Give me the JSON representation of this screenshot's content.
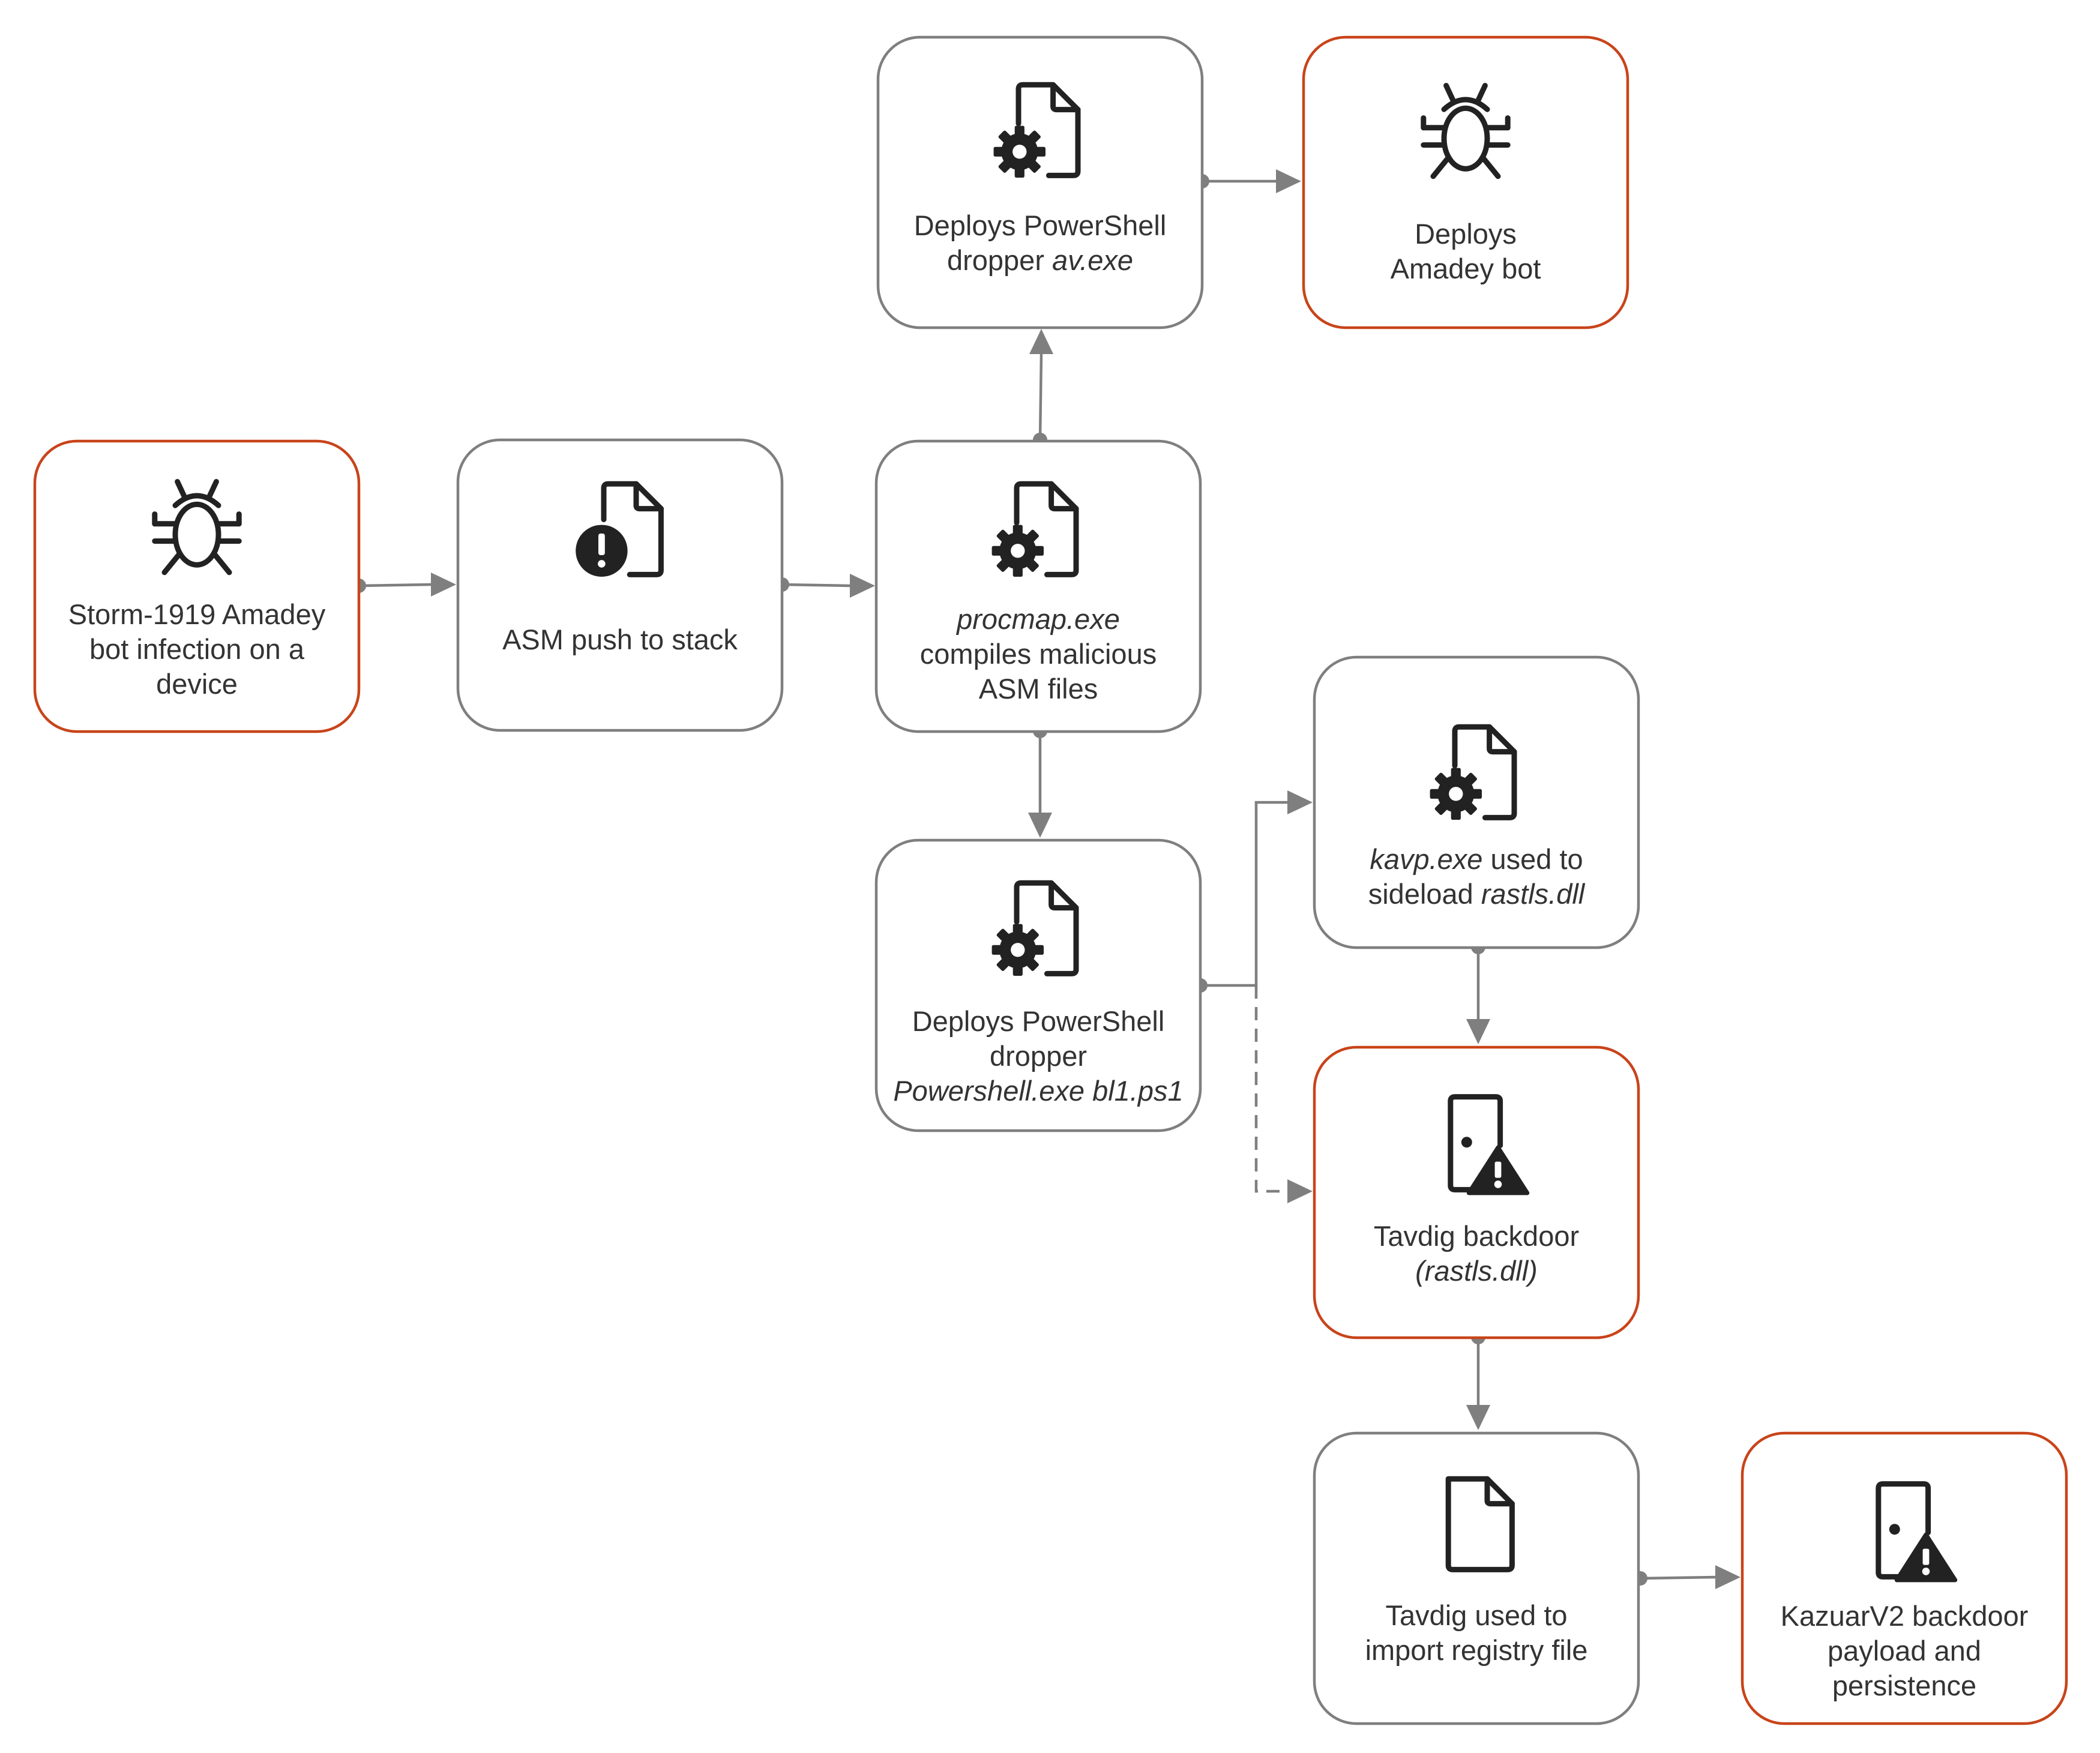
{
  "diagram": {
    "nodes": [
      {
        "id": "infection",
        "icon": "bug-icon",
        "style": "highlight",
        "lines": [
          [
            {
              "t": "Storm-1919 Amadey"
            }
          ],
          [
            {
              "t": "bot infection on a"
            }
          ],
          [
            {
              "t": "device"
            }
          ]
        ]
      },
      {
        "id": "asm-push",
        "icon": "file-alert-icon",
        "style": "normal",
        "lines": [
          [
            {
              "t": "ASM push to stack"
            }
          ]
        ]
      },
      {
        "id": "procmap",
        "icon": "file-gear-icon",
        "style": "normal",
        "lines": [
          [
            {
              "t": "procmap.exe",
              "i": true
            }
          ],
          [
            {
              "t": "compiles malicious"
            }
          ],
          [
            {
              "t": "ASM files"
            }
          ]
        ]
      },
      {
        "id": "dropper-av",
        "icon": "file-gear-icon",
        "style": "normal",
        "lines": [
          [
            {
              "t": "Deploys PowerShell"
            }
          ],
          [
            {
              "t": "dropper "
            },
            {
              "t": "av.exe",
              "i": true
            }
          ]
        ]
      },
      {
        "id": "amadey-bot",
        "icon": "bug-icon",
        "style": "highlight",
        "lines": [
          [
            {
              "t": "Deploys"
            }
          ],
          [
            {
              "t": "Amadey bot"
            }
          ]
        ]
      },
      {
        "id": "dropper-bl1",
        "icon": "file-gear-icon",
        "style": "normal",
        "lines": [
          [
            {
              "t": "Deploys PowerShell"
            }
          ],
          [
            {
              "t": "dropper"
            }
          ],
          [
            {
              "t": "Powershell.exe bl1.ps1",
              "i": true
            }
          ]
        ]
      },
      {
        "id": "kavp",
        "icon": "file-gear-icon",
        "style": "normal",
        "lines": [
          [
            {
              "t": "kavp.exe",
              "i": true
            },
            {
              "t": " used to"
            }
          ],
          [
            {
              "t": "sideload "
            },
            {
              "t": "rastls.dll",
              "i": true
            }
          ]
        ]
      },
      {
        "id": "tavdig",
        "icon": "door-warning-icon",
        "style": "highlight",
        "lines": [
          [
            {
              "t": "Tavdig backdoor"
            }
          ],
          [
            {
              "t": "(rastls.dll)",
              "i": true
            }
          ]
        ]
      },
      {
        "id": "registry",
        "icon": "file-icon",
        "style": "normal",
        "lines": [
          [
            {
              "t": "Tavdig used to"
            }
          ],
          [
            {
              "t": "import registry file"
            }
          ]
        ]
      },
      {
        "id": "kazuar",
        "icon": "door-warning-icon",
        "style": "highlight",
        "lines": [
          [
            {
              "t": "KazuarV2 backdoor"
            }
          ],
          [
            {
              "t": "payload and"
            }
          ],
          [
            {
              "t": "persistence"
            }
          ]
        ]
      }
    ],
    "edges": [
      {
        "from": "infection",
        "to": "asm-push",
        "style": "solid"
      },
      {
        "from": "asm-push",
        "to": "procmap",
        "style": "solid"
      },
      {
        "from": "procmap",
        "to": "dropper-av",
        "style": "solid"
      },
      {
        "from": "dropper-av",
        "to": "amadey-bot",
        "style": "solid"
      },
      {
        "from": "procmap",
        "to": "dropper-bl1",
        "style": "solid"
      },
      {
        "from": "dropper-bl1",
        "to": "kavp",
        "style": "solid"
      },
      {
        "from": "dropper-bl1",
        "to": "tavdig",
        "style": "dashed"
      },
      {
        "from": "kavp",
        "to": "tavdig",
        "style": "solid"
      },
      {
        "from": "tavdig",
        "to": "registry",
        "style": "solid"
      },
      {
        "from": "registry",
        "to": "kazuar",
        "style": "solid"
      }
    ],
    "colors": {
      "normal_border": "#7f7f7f",
      "highlight_border": "#c8441a",
      "text": "#333333",
      "icon": "#222222",
      "connector": "#7f7f7f"
    }
  }
}
